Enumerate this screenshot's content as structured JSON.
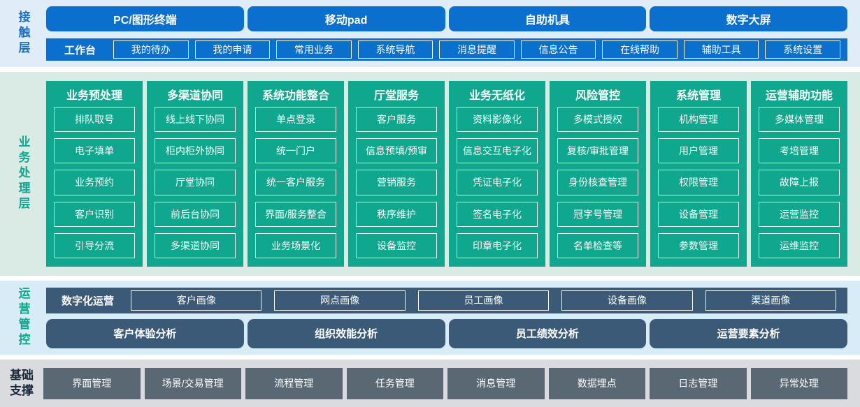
{
  "layers": {
    "contact": {
      "label": "接触层",
      "terminals": [
        "PC/图形终端",
        "移动pad",
        "自助机具",
        "数字大屏"
      ],
      "workbench_label": "工作台",
      "workbench_items": [
        "我的待办",
        "我的申请",
        "常用业务",
        "系统导航",
        "消息提醒",
        "信息公告",
        "在线帮助",
        "辅助工具",
        "系统设置"
      ]
    },
    "business": {
      "label": "业务处理层",
      "columns": [
        {
          "title": "业务预处理",
          "items": [
            "排队取号",
            "电子填单",
            "业务预约",
            "客户识别",
            "引导分流"
          ]
        },
        {
          "title": "多渠道协同",
          "items": [
            "线上线下协同",
            "柜内柜外协同",
            "厅堂协同",
            "前后台协同",
            "多渠道协同"
          ]
        },
        {
          "title": "系统功能整合",
          "items": [
            "单点登录",
            "统一门户",
            "统一客户服务",
            "界面/服务整合",
            "业务场景化"
          ]
        },
        {
          "title": "厅堂服务",
          "items": [
            "客户服务",
            "信息预填/预审",
            "营销服务",
            "秩序维护",
            "设备监控"
          ]
        },
        {
          "title": "业务无纸化",
          "items": [
            "资料影像化",
            "信息交互电子化",
            "凭证电子化",
            "签名电子化",
            "印章电子化"
          ]
        },
        {
          "title": "风险管控",
          "items": [
            "多模式授权",
            "复核/审批管理",
            "身份核查管理",
            "冠字号管理",
            "名单检查等"
          ]
        },
        {
          "title": "系统管理",
          "items": [
            "机构管理",
            "用户管理",
            "权限管理",
            "设备管理",
            "参数管理"
          ]
        },
        {
          "title": "运营辅助功能",
          "items": [
            "多媒体管理",
            "考培管理",
            "故障上报",
            "运营监控",
            "运维监控"
          ]
        }
      ]
    },
    "operations": {
      "label": "运营管控",
      "digital_ops_label": "数字化运营",
      "profiles": [
        "客户画像",
        "网点画像",
        "员工画像",
        "设备画像",
        "渠道画像"
      ],
      "analytics": [
        "客户体验分析",
        "组织效能分析",
        "员工绩效分析",
        "运营要素分析"
      ]
    },
    "foundation": {
      "label": "基础支撑",
      "items": [
        "界面管理",
        "场景/交易管理",
        "流程管理",
        "任务管理",
        "消息管理",
        "数据埋点",
        "日志管理",
        "异常处理"
      ]
    }
  },
  "colors": {
    "accent_blue": "#0b70cd",
    "accent_teal": "#0fa78e",
    "accent_slate": "#3b5a78",
    "accent_gray": "#5a6874",
    "bg_contact": "#e0edf8",
    "bg_business": "#d9ebe4",
    "bg_operations": "#d7ecf6",
    "bg_foundation": "#d9dbdf",
    "label_blue": "#1b6fc2",
    "label_dark": "#162637"
  }
}
